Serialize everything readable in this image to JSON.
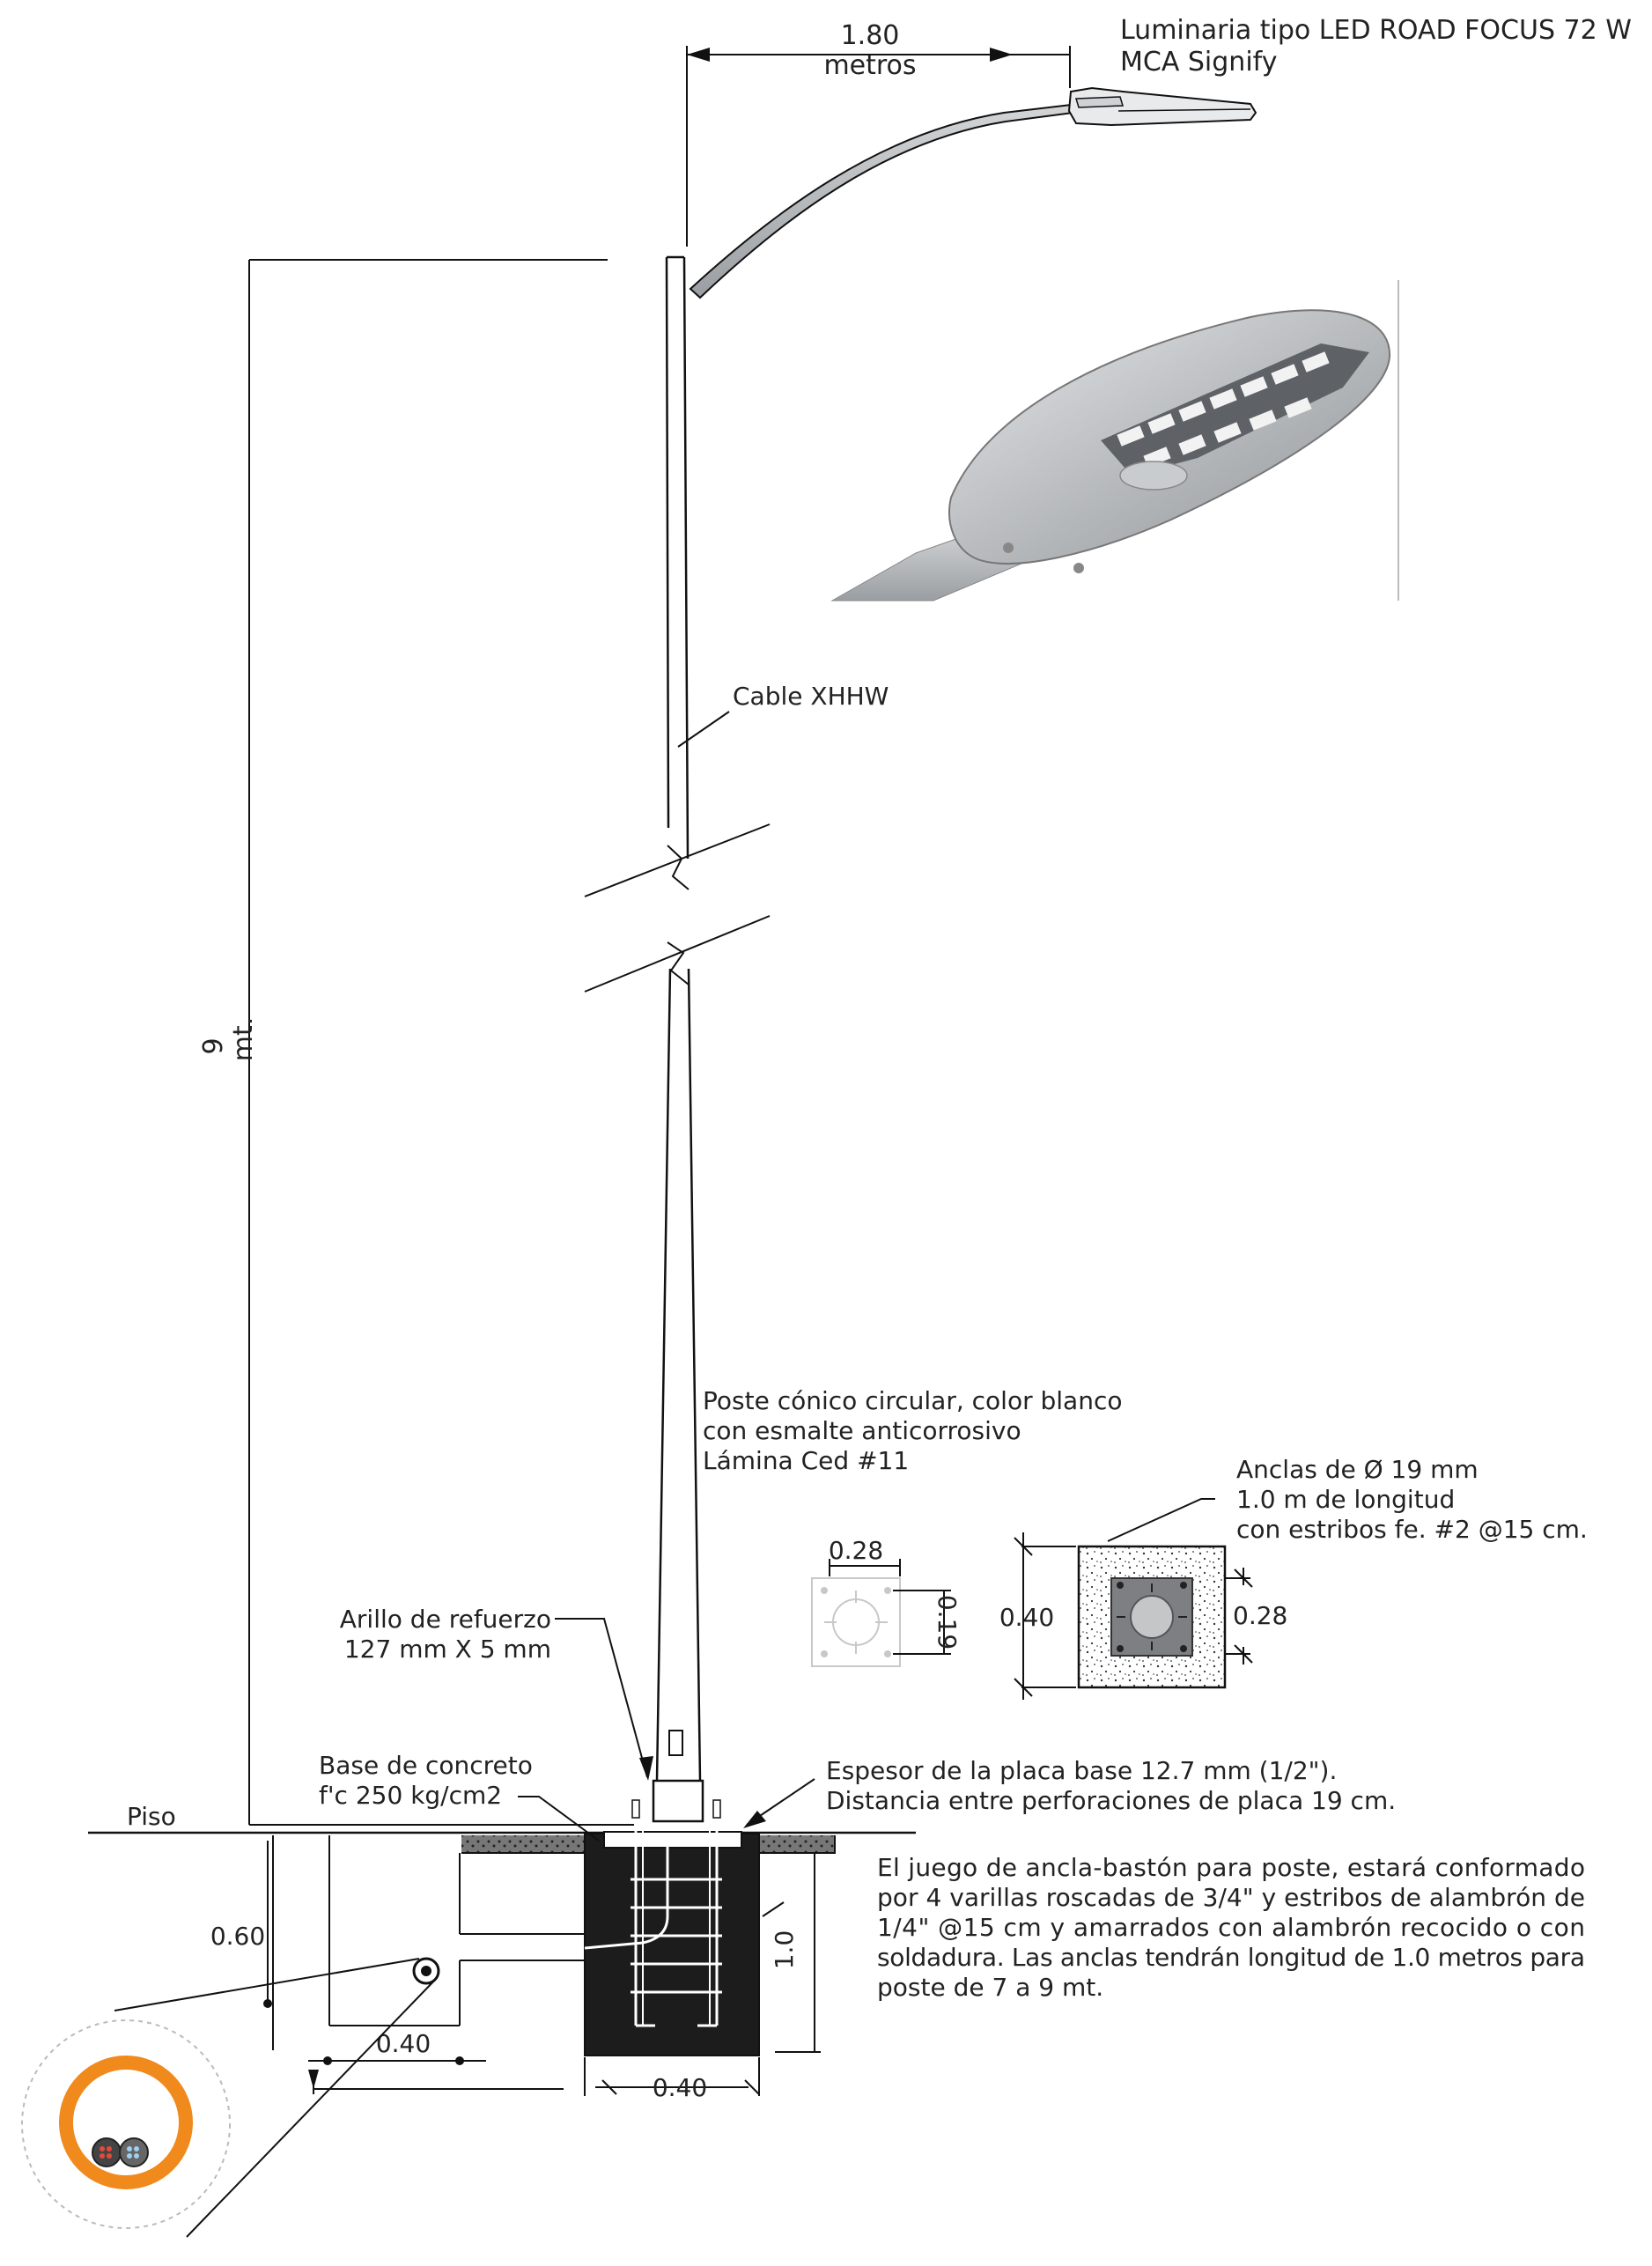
{
  "luminaire": {
    "label_line1": "Luminaria tipo LED ROAD FOCUS 72 W",
    "label_line2": "MCA Signify",
    "arm_length_value": "1.80",
    "arm_length_unit": "metros"
  },
  "pole": {
    "height_value": "9",
    "height_unit": "mt.",
    "cable_label": "Cable XHHW",
    "description_line1": "Poste cónico circular, color blanco",
    "description_line2": "con esmalte anticorrosivo",
    "description_line3": "Lámina Ced #11",
    "ring_line1": "Arillo de refuerzo",
    "ring_line2": "127 mm X 5 mm"
  },
  "base": {
    "concrete_line1": "Base de concreto",
    "concrete_line2": "f'c 250 kg/cm2",
    "floor_label": "Piso",
    "plate_line1": "Espesor de la placa base 12.7 mm (1/2\").",
    "plate_line2": "Distancia entre perforaciones de placa 19 cm.",
    "depth_value": "1.0",
    "width_value": "0.40",
    "conduit_depth_value": "0.60",
    "conduit_offset_value": "0.40"
  },
  "plate_detail": {
    "width_value": "0.28",
    "hole_spacing_value": "0.19"
  },
  "anchor_detail": {
    "label_line1": "Anclas de Ø 19 mm",
    "label_line2": "1.0 m de longitud",
    "label_line3": "con estribos fe. #2 @15 cm.",
    "outer_value": "0.40",
    "inner_value": "0.28"
  },
  "notes": {
    "line1": "El juego de ancla-bastón para poste, estará conformado",
    "line2": "por 4 varillas roscadas de 3/4\" y estribos de alambrón de",
    "line3": "1/4\" @15 cm y amarrados con alambrón recocido o con",
    "line4": "soldadura. Las anclas tendrán longitud de 1.0 metros para",
    "line5": "poste de 7 a 9 mt."
  },
  "colors": {
    "conduit": "#f08a1c",
    "concrete": "#1a1a1a",
    "luminaire_body": "#b9bcbf"
  }
}
